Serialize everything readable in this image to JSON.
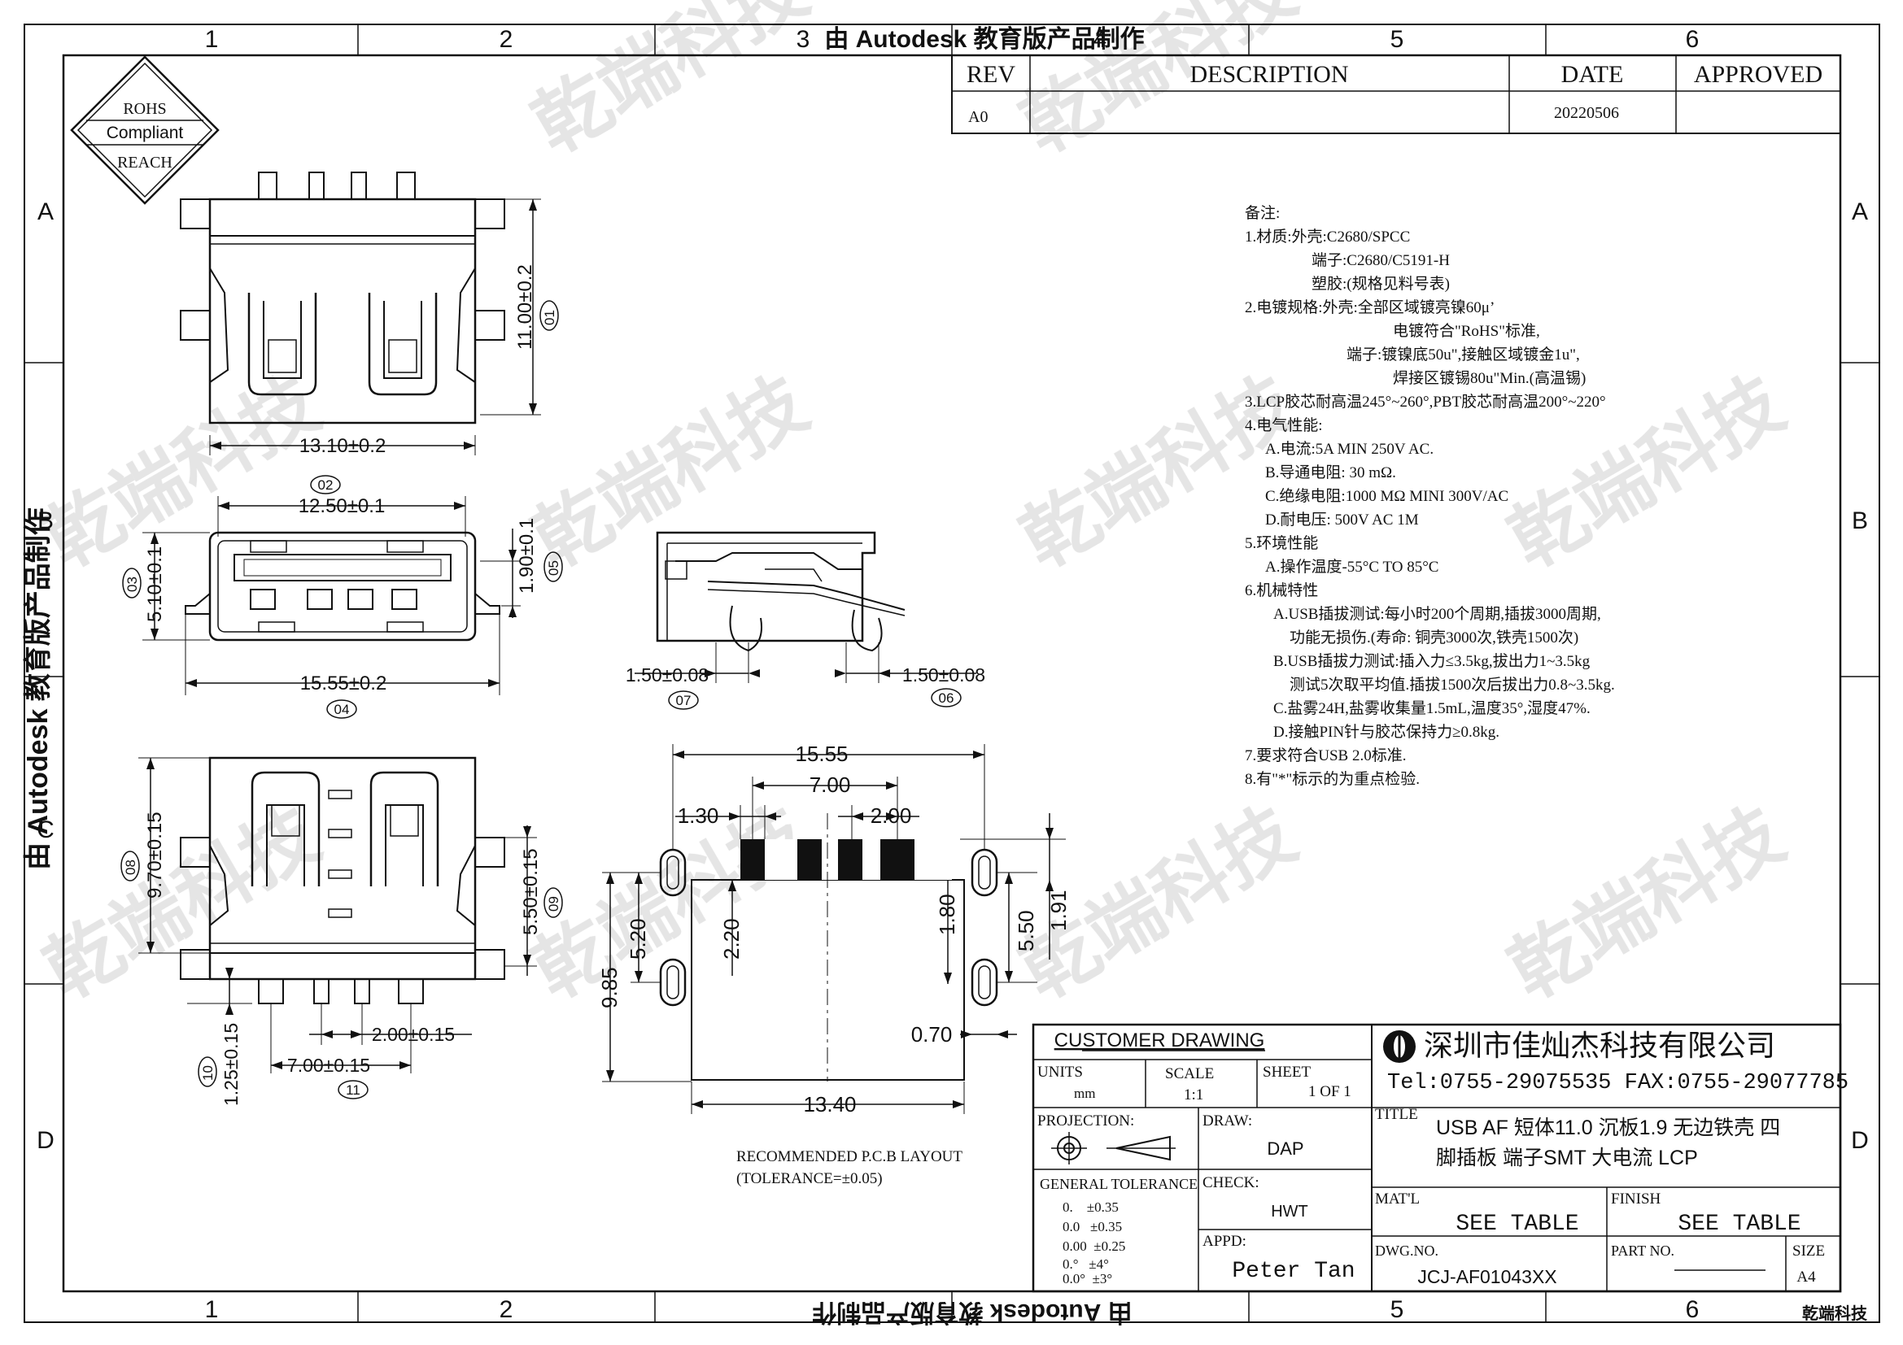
{
  "frame": {
    "columns": [
      "1",
      "2",
      "3",
      "4",
      "5",
      "6"
    ],
    "rows": [
      "A",
      "B",
      "C",
      "D"
    ],
    "top_mark": "由 Autodesk 教育版产品制作",
    "side_mark": "由 Autodesk 教育版产品制作",
    "bottom_mark": "由 Autodesk 教育版产品制作"
  },
  "watermark": {
    "text": "乾端科技",
    "corner_logo": "乾端科技"
  },
  "rohs": {
    "line1": "ROHS",
    "line2": "Compliant",
    "line3": "REACH"
  },
  "revision": {
    "headers": [
      "REV",
      "DESCRIPTION",
      "DATE",
      "APPROVED"
    ],
    "row": {
      "rev": "A0",
      "description": "",
      "date": "20220506",
      "approved": ""
    }
  },
  "notes": [
    "备注:",
    "1.材质:外壳:C2680/SPCC",
    "端子:C2680/C5191-H",
    "塑胶:(规格见料号表)",
    "2.电镀规格:外壳:全部区域镀亮镍60μ’",
    "电镀符合\"RoHS\"标准,",
    "端子:镀镍底50u\",接触区域镀金1u\",",
    "焊接区镀锡80u\"Min.(高温锡)",
    "3.LCP胶芯耐高温245°~260°,PBT胶芯耐高温200°~220°",
    "4.电气性能:",
    "A.电流:5A MIN 250V AC.",
    "B.导通电阻: 30 mΩ.",
    "C.绝缘电阻:1000 MΩ MINI 300V/AC",
    "D.耐电压: 500V AC 1M",
    "5.环境性能",
    "A.操作温度-55°C TO 85°C",
    "6.机械特性",
    "A.USB插拔测试:每小时200个周期,插拔3000周期,",
    "功能无损伤.(寿命: 铜壳3000次,铁壳1500次)",
    "B.USB插拔力测试:插入力≤3.5kg,拔出力1~3.5kg",
    "测试5次取平均值.插拔1500次后拔出力0.8~3.5kg.",
    "C.盐雾24H,盐雾收集量1.5mL,温度35°,湿度47%.",
    "D.接触PIN针与胶芯保持力≥0.8kg.",
    "7.要求符合USB 2.0标准.",
    "8.有\"*\"标示的为重点检验."
  ],
  "dims": {
    "top_width": "13.10±0.2",
    "top_height": "11.00±0.2",
    "top_height_id": "01",
    "front_inner": "12.50±0.1",
    "front_inner_id": "02",
    "front_height": "5.10±0.1",
    "front_height_id": "03",
    "front_width": "15.55±0.2",
    "front_width_id": "04",
    "front_right": "1.90±0.1",
    "front_right_id": "05",
    "side_right": "1.50±0.08",
    "side_right_id": "06",
    "side_left": "1.50±0.08",
    "side_left_id": "07",
    "bottom_height": "9.70±0.15",
    "bottom_height_id": "08",
    "bottom_right": "5.50±0.15",
    "bottom_right_id": "09",
    "bottom_pin": "1.25±0.15",
    "bottom_pin_id": "10",
    "bottom_width": "7.00±0.15",
    "bottom_width_id": "11",
    "bottom_pitch": "2.00±0.15",
    "pcb_total": "15.55",
    "pcb_pads": "7.00",
    "pcb_pad_w": "1.30",
    "pcb_pitch": "2.00",
    "pcb_h1": "5.20",
    "pcb_h2": "2.20",
    "pcb_h3": "1.80",
    "pcb_h4": "5.50",
    "pcb_h5": "1.91",
    "pcb_total_h": "9.85",
    "pcb_slot": "0.70",
    "pcb_width": "13.40"
  },
  "pcb": {
    "label": "RECOMMENDED P.C.B LAYOUT",
    "tolerance": "(TOLERANCE=±0.05)"
  },
  "title_block": {
    "customer": "CUSTOMER DRAWING",
    "company": "深圳市佳灿杰科技有限公司",
    "contact": "Tel:0755-29075535 FAX:0755-29077785",
    "units_label": "UNITS",
    "units": "mm",
    "scale_label": "SCALE",
    "scale": "1:1",
    "sheet_label": "SHEET",
    "sheet": "1 OF 1",
    "title_label": "TITLE",
    "title_line1": "USB AF 短体11.0 沉板1.9 无边铁壳 四",
    "title_line2": "脚插板 端子SMT 大电流 LCP",
    "projection_label": "PROJECTION:",
    "draw_label": "DRAW:",
    "draw": "DAP",
    "tolerance_label": "GENERAL TOLERANCE",
    "tolerances": [
      "0.    ±0.35",
      "0.0   ±0.35",
      "0.00  ±0.25",
      "0.°   ±4°",
      "0.0°  ±3°"
    ],
    "check_label": "CHECK:",
    "check": "HWT",
    "appd_label": "APPD:",
    "appd": "Peter Tan",
    "matl_label": "MAT'L",
    "matl": "SEE TABLE",
    "finish_label": "FINISH",
    "finish": "SEE TABLE",
    "dwgno_label": "DWG.NO.",
    "dwgno": "JCJ-AF01043XX",
    "partno_label": "PART NO.",
    "partno": "",
    "size_label": "SIZE",
    "size": "A4"
  }
}
